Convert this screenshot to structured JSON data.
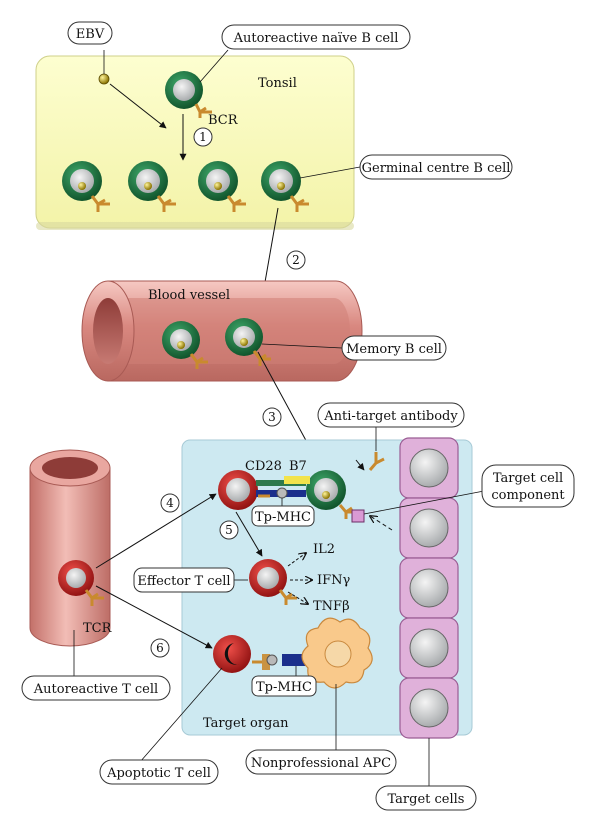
{
  "labels": {
    "ebv": "EBV",
    "naive_b": "Autoreactive naïve B cell",
    "tonsil": "Tonsil",
    "bcr": "BCR",
    "germinal": "Germinal centre B cell",
    "blood_vessel": "Blood vessel",
    "memory_b": "Memory B cell",
    "anti_target": "Anti-target antibody",
    "cd28": "CD28",
    "b7": "B7",
    "target_comp_1": "Target cell",
    "target_comp_2": "component",
    "tp_mhc_1": "Tp-MHC",
    "il2": "IL2",
    "effector_t": "Effector T cell",
    "ifn": "IFNγ",
    "tnf": "TNFβ",
    "tcr": "TCR",
    "tp_mhc_2": "Tp-MHC",
    "autoreactive_t": "Autoreactive T cell",
    "target_organ": "Target organ",
    "apoptotic_t": "Apoptotic T cell",
    "nonprof_apc": "Nonprofessional APC",
    "target_cells": "Target cells"
  },
  "steps": [
    "1",
    "2",
    "3",
    "4",
    "5",
    "6"
  ],
  "colors": {
    "tonsil_fill": "#fafbc0",
    "target_organ_fill": "#cde9f1",
    "vessel": "#d98880",
    "b_cell": "#1f7a45",
    "t_cell": "#cc1f1f",
    "target_cell": "#e0b1da",
    "ebv": "#b8a100",
    "receptor": "#c98a2e"
  }
}
